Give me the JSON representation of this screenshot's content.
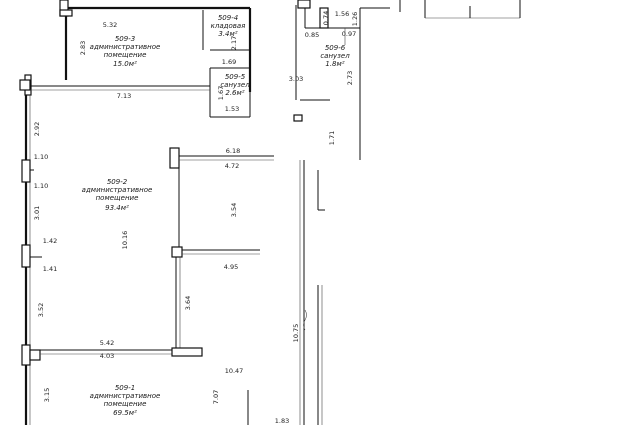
{
  "rooms": [
    {
      "id": "509-3",
      "line1": "509-3",
      "line2": "административное",
      "line3": "помещение",
      "area": "15.0м²"
    },
    {
      "id": "509-4",
      "line1": "509-4",
      "line2": "кладовая",
      "area": "3.4м²"
    },
    {
      "id": "509-5",
      "line1": "509-5",
      "line2": "санузел",
      "area": "2.6м²"
    },
    {
      "id": "509-6",
      "line1": "509-6",
      "line2": "санузел",
      "area": "1.8м²"
    },
    {
      "id": "509-2",
      "line1": "509-2",
      "line2": "административное",
      "line3": "помещение",
      "area": "93.4м²"
    },
    {
      "id": "509-1",
      "line1": "509-1",
      "line2": "административное",
      "line3": "помещение",
      "area": "69.5м²"
    }
  ],
  "dims": {
    "d532": "5.32",
    "d283": "2.83",
    "d217": "2.17",
    "d169": "1.69",
    "d153": "1.53",
    "d167": "1.67",
    "d156": "1.56",
    "d074": "0.74",
    "d126": "1.26",
    "d085": "0.85",
    "d097": "0.97",
    "d303": "3.03",
    "d273": "2.73",
    "d171": "1.71",
    "d713": "7.13",
    "d292": "2.92",
    "d110a": "1.10",
    "d110b": "1.10",
    "d618": "6.18",
    "d472": "4.72",
    "d301": "3.01",
    "d354": "3.54",
    "d1016": "10.16",
    "d142": "1.42",
    "d141": "1.41",
    "d495": "4.95",
    "d352": "3.52",
    "d364": "3.64",
    "d1075": "10.75",
    "d542": "5.42",
    "d403": "4.03",
    "d1047": "10.47",
    "d315": "3.15",
    "d707": "7.07",
    "d183": "1.83"
  }
}
